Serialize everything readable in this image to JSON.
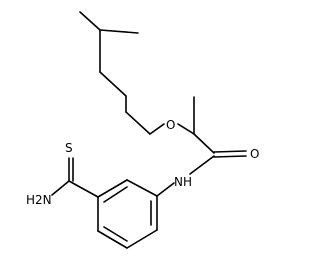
{
  "molecule": {
    "atoms": {
      "oxygen_ether": "O",
      "oxygen_carbonyl": "O",
      "nitrogen_amide": "NH",
      "sulfur_thio": "S",
      "nitrogen_amine": "H2N"
    }
  },
  "colors": {
    "bond": "#000000",
    "label": "#000000",
    "background": "#ffffff"
  }
}
